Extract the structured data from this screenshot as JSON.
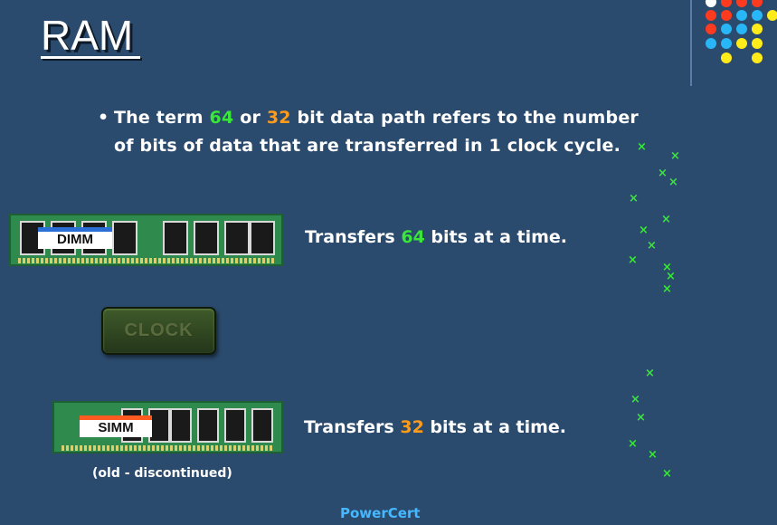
{
  "slide": {
    "title": "RAM",
    "bullet_mark": "•",
    "bullet_part1": "The term ",
    "bullet_64": "64",
    "bullet_or": " or ",
    "bullet_32": "32",
    "bullet_part2": " bit data path refers to the number of bits of data that are transferred in 1 clock cycle."
  },
  "dimm": {
    "label": "DIMM",
    "transfer_pre": "Transfers ",
    "transfer_value": "64",
    "transfer_post": " bits at a time."
  },
  "clock_button": {
    "label": "CLOCK"
  },
  "simm": {
    "label": "SIMM",
    "transfer_pre": "Transfers ",
    "transfer_value": "32",
    "transfer_post": " bits at a time.",
    "note": "(old - discontinued)"
  },
  "footer": {
    "brand": "PowerCert"
  },
  "marker_glyph": "×",
  "colors": {
    "background": "#2b4b6e",
    "highlight_64": "#39e639",
    "highlight_32": "#ff9b1a",
    "brand": "#45b8ff",
    "dots": [
      "#ffffff",
      "#ff3b1f",
      "#29b6f6",
      "#ffeb1a"
    ]
  }
}
